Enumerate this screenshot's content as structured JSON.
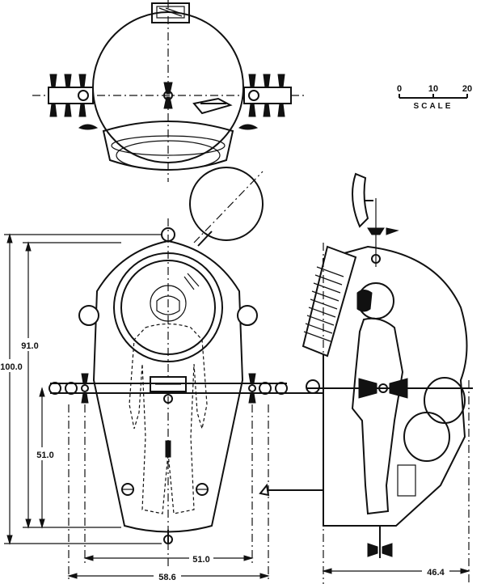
{
  "scale": {
    "ticks": [
      "0",
      "10",
      "20"
    ],
    "label": "SCALE"
  },
  "dimensions": {
    "height_total": "100.0",
    "height_upper": "91.0",
    "height_lower": "51.0",
    "width_inner": "51.0",
    "width_outer": "58.6",
    "depth_side": "46.4"
  },
  "colors": {
    "ink": "#111111",
    "paper": "#ffffff"
  }
}
